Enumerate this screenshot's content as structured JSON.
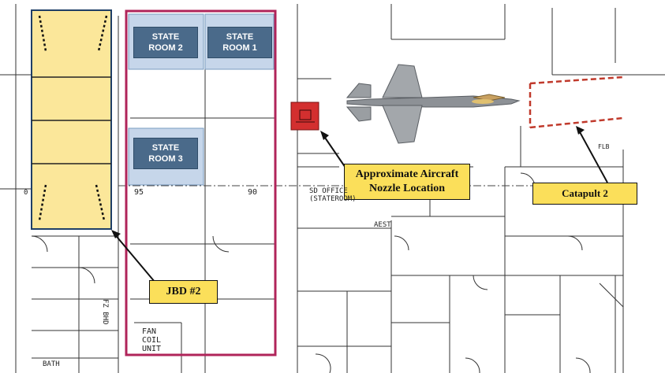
{
  "rooms": {
    "state_room_2": "STATE\nROOM 2",
    "state_room_1": "STATE\nROOM 1",
    "state_room_3": "STATE\nROOM 3"
  },
  "callouts": {
    "jbd": "JBD #2",
    "nozzle": "Approximate Aircraft\nNozzle Location",
    "catapult": "Catapult 2"
  },
  "plan_labels": {
    "frame_95": "95",
    "frame_90": "90",
    "frame_0": "0",
    "bath": "BATH",
    "fan_coil": "FAN\nCOIL\nUNIT",
    "bhd": "FZ BHD",
    "sd_office": "SD OFFICE\n(STATEROOM)",
    "aest": "AEST",
    "flb": "FLB"
  },
  "colors": {
    "jbd_fill": "#fbe79a",
    "room_block": "#c6d6ea",
    "room_label": "#4a6a8a",
    "magenta_outline": "#b0245a",
    "callout_fill": "#fbdf5a",
    "catapult_dash": "#c0392b",
    "nozzle_marker": "#d32f2f"
  },
  "icons": {
    "aircraft": "f35-aircraft-icon",
    "nozzle": "nozzle-marker-icon"
  }
}
